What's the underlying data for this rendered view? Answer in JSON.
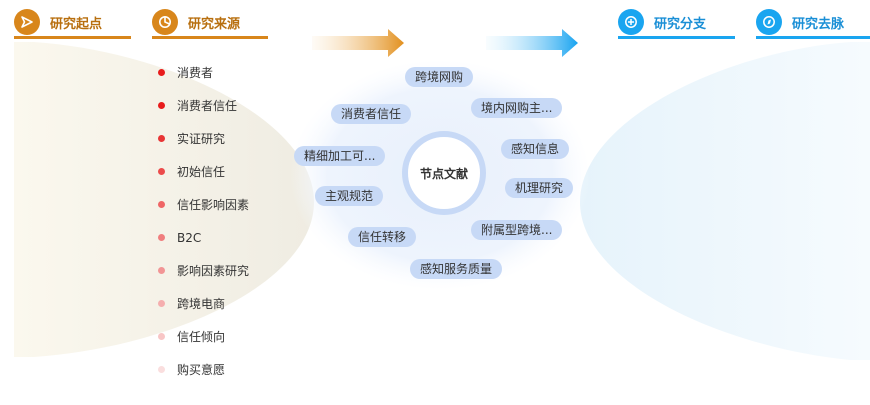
{
  "headers": {
    "start": {
      "title": "研究起点",
      "icon": "send-icon"
    },
    "source": {
      "title": "研究来源",
      "icon": "pie-chart-icon"
    },
    "branch": {
      "title": "研究分支",
      "icon": "plus-circle-icon"
    },
    "destination": {
      "title": "研究去脉",
      "icon": "compass-icon"
    }
  },
  "colors": {
    "orange": "#d8861b",
    "blue": "#1aa5f0",
    "chip": "#c7d9f6"
  },
  "sources": [
    {
      "label": "消费者",
      "color": "#e81c1c"
    },
    {
      "label": "消费者信任",
      "color": "#e81c1c"
    },
    {
      "label": "实证研究",
      "color": "#e83535"
    },
    {
      "label": "初始信任",
      "color": "#ec4b4b"
    },
    {
      "label": "信任影响因素",
      "color": "#ef6666"
    },
    {
      "label": "B2C",
      "color": "#f07e7e"
    },
    {
      "label": "影响因素研究",
      "color": "#f29595"
    },
    {
      "label": "跨境电商",
      "color": "#f5aeae"
    },
    {
      "label": "信任倾向",
      "color": "#f8c6c6"
    },
    {
      "label": "购买意愿",
      "color": "#fadede"
    }
  ],
  "center": {
    "label": "节点文献"
  },
  "nodes": [
    "跨境网购",
    "境内网购主...",
    "感知信息",
    "机理研究",
    "附属型跨境...",
    "感知服务质量",
    "信任转移",
    "主观规范",
    "精细加工可...",
    "消费者信任"
  ]
}
